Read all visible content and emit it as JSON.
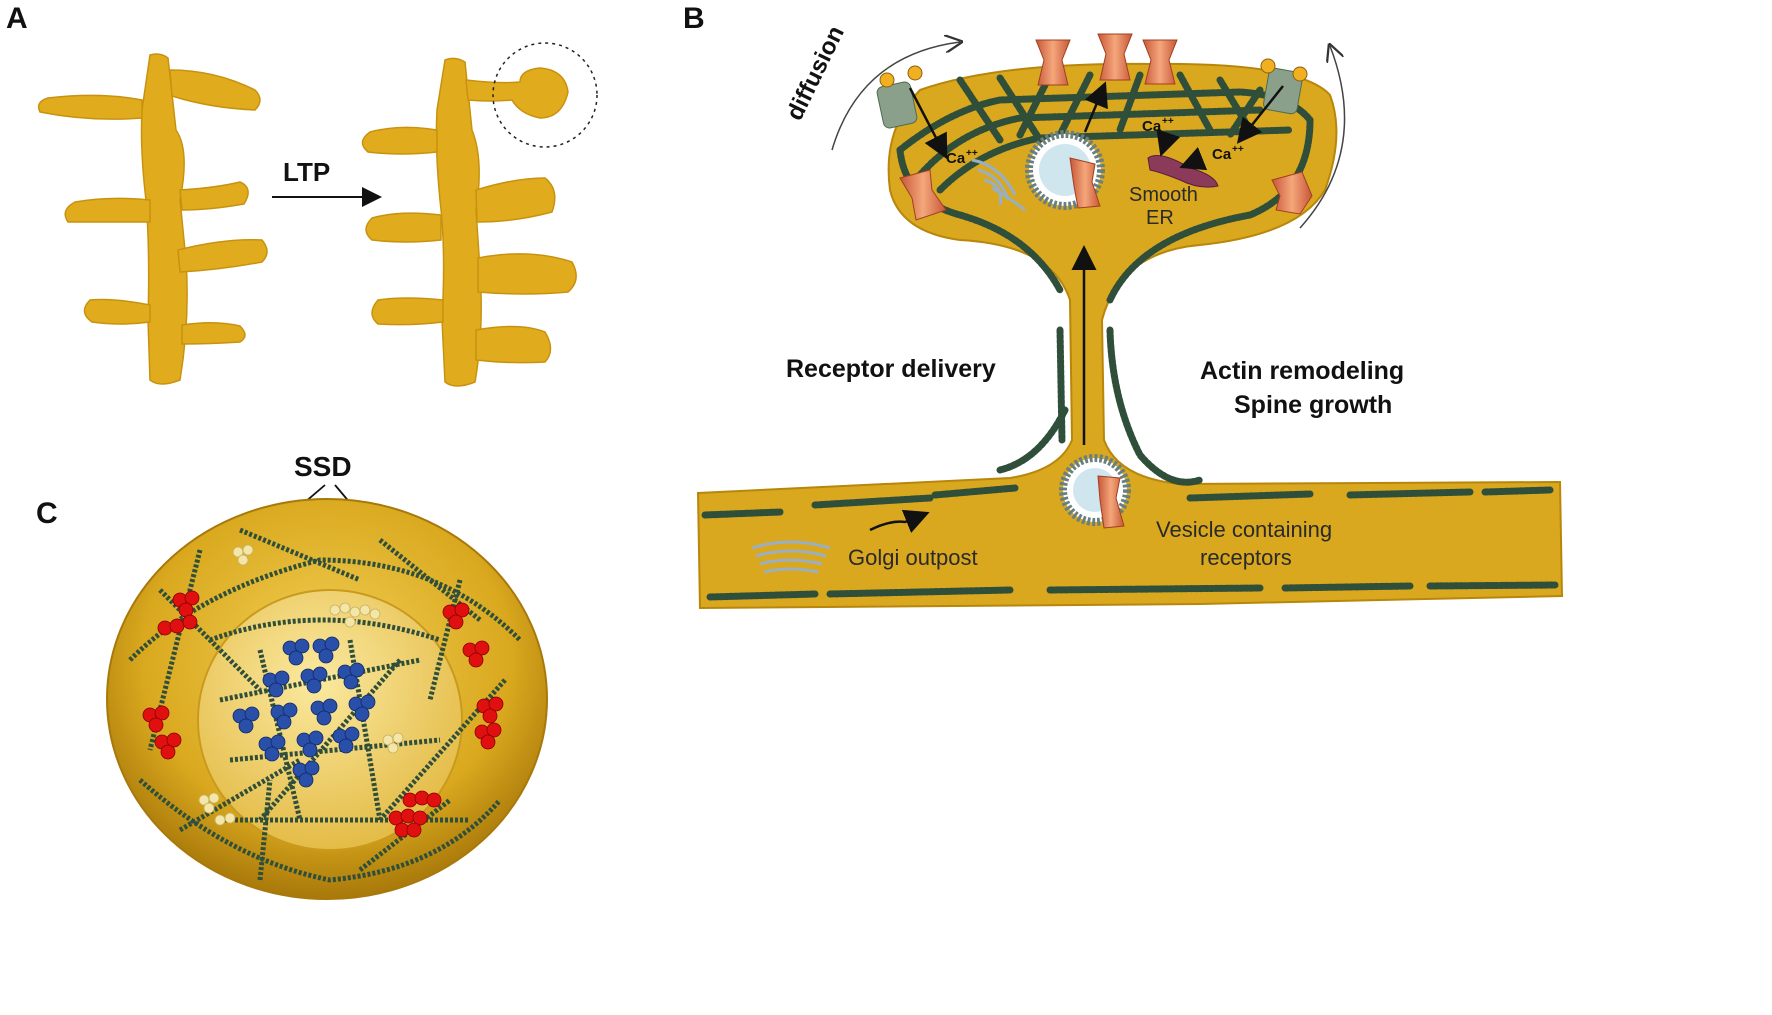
{
  "figure": {
    "panel_a": {
      "letter": "A",
      "arrow_label": "LTP"
    },
    "panel_b": {
      "letter": "B",
      "labels": {
        "diffusion": "diffusion",
        "ca_left": "Ca",
        "ca_left_sup": "++",
        "ca_center": "Ca",
        "ca_center_sup": "++",
        "ca_right": "Ca",
        "ca_right_sup": "++",
        "smooth_er_line1": "Smooth",
        "smooth_er_line2": "ER",
        "receptor_delivery": "Receptor delivery",
        "actin_remodeling": "Actin remodeling",
        "spine_growth": "Spine growth",
        "golgi_outpost": "Golgi outpost",
        "vesicle_line1": "Vesicle containing",
        "vesicle_line2": "receptors"
      }
    },
    "panel_c": {
      "letter": "C",
      "ssd_label": "SSD"
    },
    "colors": {
      "cytoplasm": "#d9a81e",
      "cytoplasm_dark": "#b8860b",
      "actin": "#2f4f3a",
      "receptor": "#e8865a",
      "red_cluster": "#e01010",
      "blue_cluster": "#2a4fa8",
      "pale_cluster": "#f4e6a8"
    }
  }
}
